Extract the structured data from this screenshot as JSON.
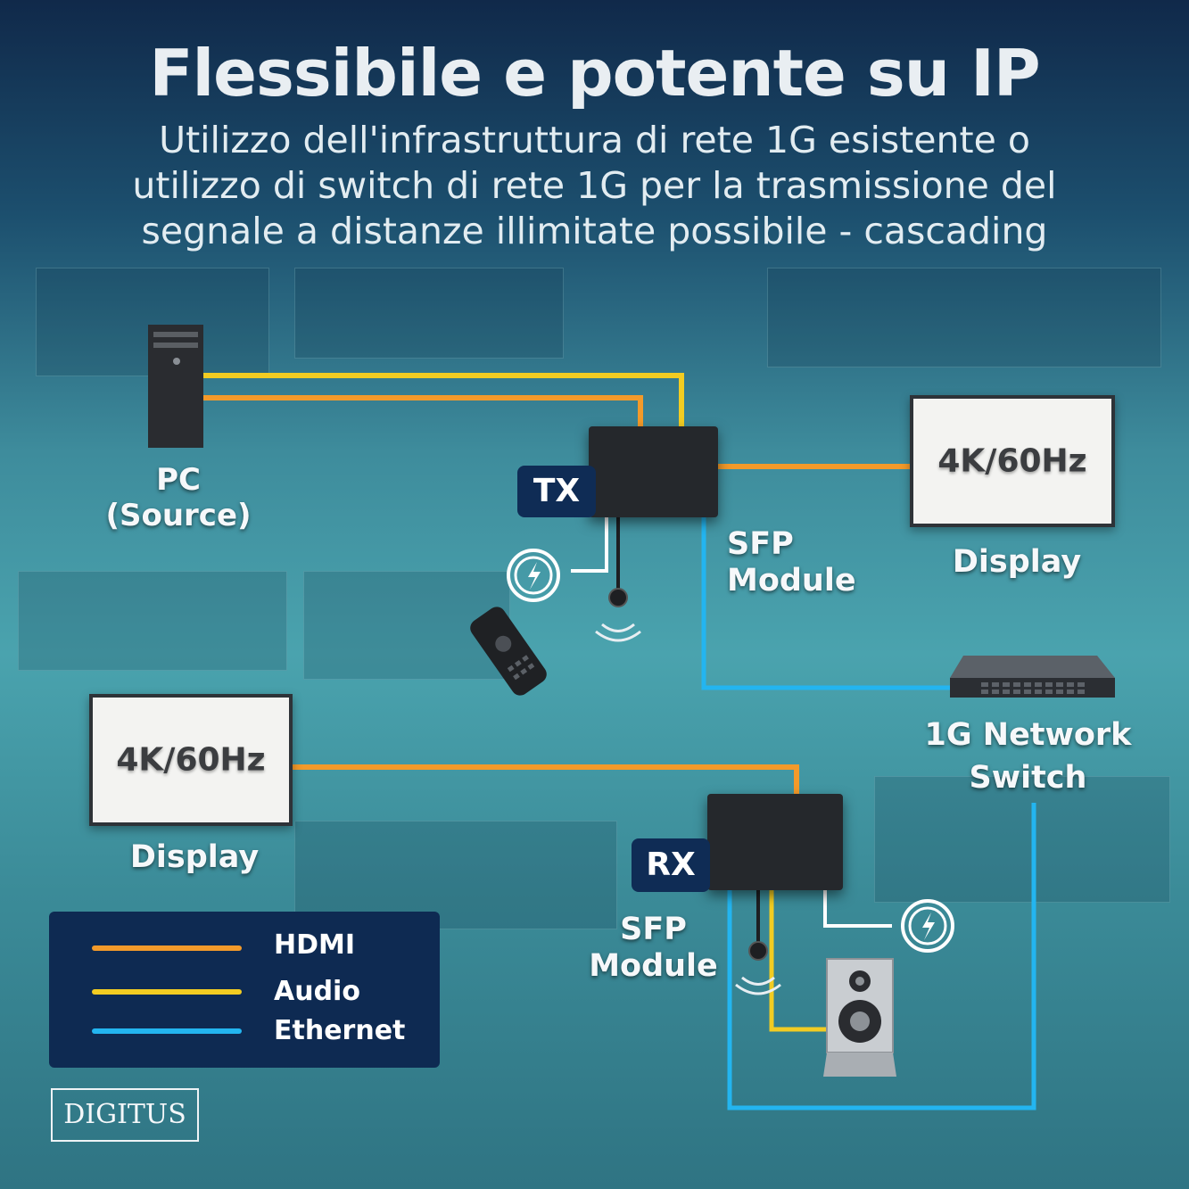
{
  "title": "Flessibile e potente su IP",
  "subtitle_lines": [
    "Utilizzo dell'infrastruttura di rete 1G esistente o",
    "utilizzo di switch di rete 1G per la trasmissione del",
    "segnale a distanze illimitate possibile - cascading"
  ],
  "nodes": {
    "pc_label": "PC",
    "pc_sublabel": "(Source)",
    "tx_tag": "TX",
    "rx_tag": "RX",
    "display_top_screen": "4K/60Hz",
    "display_top_label": "Display",
    "display_left_screen": "4K/60Hz",
    "display_left_label": "Display",
    "sfp_top_line1": "SFP",
    "sfp_top_line2": "Module",
    "sfp_bottom_line1": "SFP",
    "sfp_bottom_line2": "Module",
    "switch_line1": "1G Network",
    "switch_line2": "Switch"
  },
  "legend": [
    {
      "label": "HDMI",
      "color": "#f39a2a"
    },
    {
      "label": "Audio",
      "color": "#f2cc22"
    },
    {
      "label": "Ethernet",
      "color": "#23b5f0"
    }
  ],
  "colors": {
    "hdmi": "#f39a2a",
    "audio": "#f2cc22",
    "ethernet": "#23b5f0",
    "tag_bg": "#0f2c55"
  },
  "brand": "DIGITUS"
}
